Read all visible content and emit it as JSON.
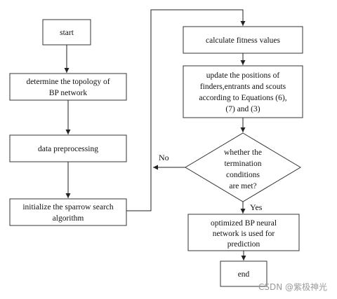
{
  "flowchart": {
    "nodes": {
      "start": {
        "lines": [
          "start"
        ]
      },
      "topology": {
        "lines": [
          "determine the topology of",
          "BP network"
        ]
      },
      "preprocessing": {
        "lines": [
          "data preprocessing"
        ]
      },
      "initialize": {
        "lines": [
          "initialize the sparrow search",
          "algorithm"
        ]
      },
      "fitness": {
        "lines": [
          "calculate fitness values"
        ]
      },
      "update": {
        "lines": [
          "update the positions of",
          "finders,entrants and scouts",
          "according to Equations (6),",
          "(7) and (3)"
        ]
      },
      "decision": {
        "lines": [
          "whether the",
          "termination",
          "conditions",
          "are met?"
        ]
      },
      "optimized": {
        "lines": [
          "optimized BP neural",
          "network is used for",
          "prediction"
        ]
      },
      "end": {
        "lines": [
          "end"
        ]
      }
    },
    "edges": {
      "no_label": "No",
      "yes_label": "Yes"
    }
  },
  "watermark": "CSDN @紫极神光"
}
